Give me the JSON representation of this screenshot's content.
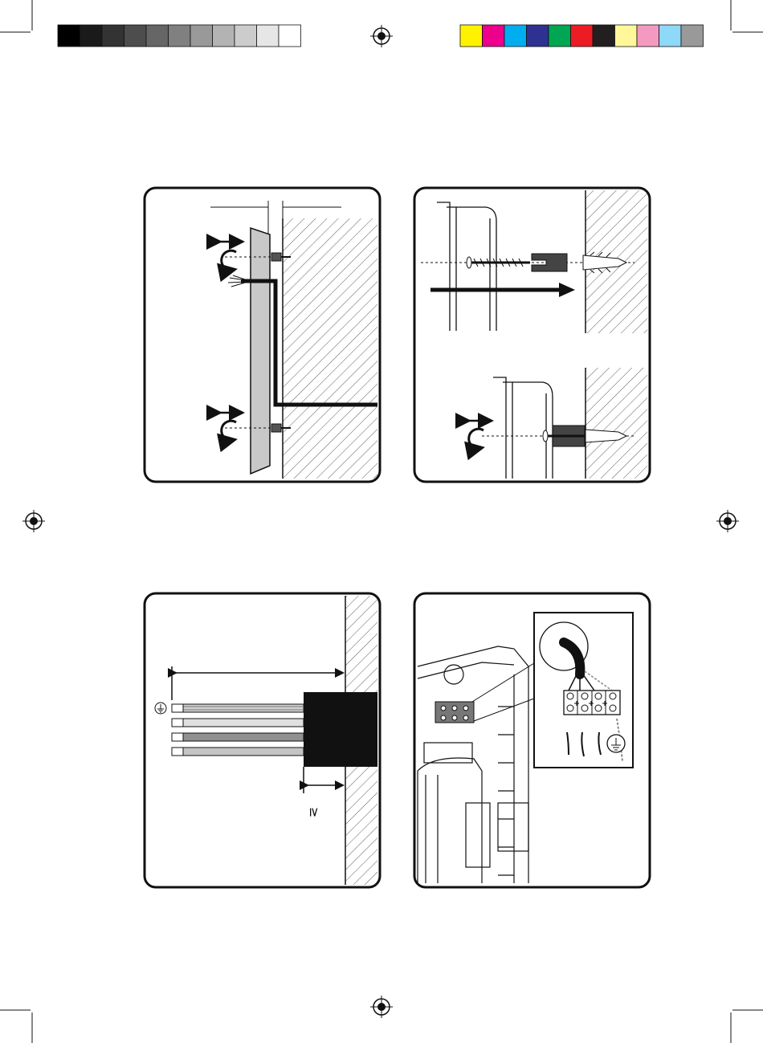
{
  "colors": {
    "grays": [
      "#000000",
      "#1a1a1a",
      "#333333",
      "#4d4d4d",
      "#666666",
      "#808080",
      "#999999",
      "#b3b3b3",
      "#cccccc",
      "#e6e6e6",
      "#ffffff"
    ],
    "process": [
      "#fff200",
      "#ec008c",
      "#00aeef",
      "#2e3192",
      "#00a651",
      "#ed1c24",
      "#231f20",
      "#fff799",
      "#f49ac1",
      "#8ed8f8",
      "#999999"
    ]
  },
  "panels": [
    {
      "id": "wall-spacing",
      "icons": [
        "horizontal-adjust-arrow-icon",
        "rotate-arrow-icon",
        "cable-icon",
        "screw-icon"
      ]
    },
    {
      "id": "screw-mounting",
      "icons": [
        "screw-icon",
        "wall-plug-icon",
        "insert-arrow-icon",
        "horizontal-adjust-arrow-icon",
        "rotate-arrow-icon"
      ]
    },
    {
      "id": "cable-stripping",
      "icons": [
        "ground-symbol-icon",
        "wire-icon",
        "cable-sheath-icon"
      ]
    },
    {
      "id": "terminal-connection",
      "icons": [
        "terminal-block-icon",
        "ground-symbol-icon",
        "cable-grommet-icon"
      ]
    }
  ],
  "texts": {
    "min_symbol": "≥"
  }
}
